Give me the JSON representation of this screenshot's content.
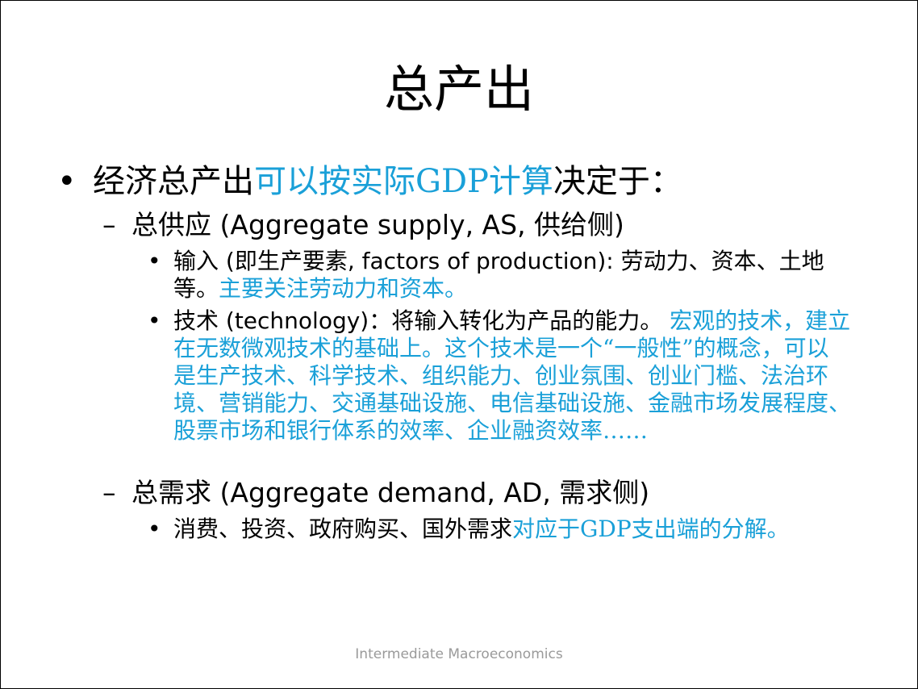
{
  "slide": {
    "title": "总产出",
    "bullet1": {
      "text_a": "经济总产出",
      "text_b": "可以按实际GDP计算",
      "text_c": "决定于："
    },
    "supply": {
      "heading": "总供应 (Aggregate supply, AS, 供给侧)",
      "item1_text": "输入 (即生产要素, factors of production): 劳动力、资本、土地等。",
      "item1_highlight": "主要关注劳动力和资本。",
      "item2_text": "技术 (technology)：将输入转化为产品的能力。",
      "item2_highlight": " 宏观的技术，建立在无数微观技术的基础上。这个技术是一个“一般性”的概念，可以是生产技术、科学技术、组织能力、创业氛围、创业门槛、法治环境、营销能力、交通基础设施、电信基础设施、金融市场发展程度、股票市场和银行体系的效率、企业融资效率……"
    },
    "demand": {
      "heading": "总需求 (Aggregate demand, AD, 需求侧)",
      "item1_text": "消费、投资、政府购买、国外需求",
      "item1_highlight": "对应于GDP支出端的分解。"
    },
    "footer": "Intermediate Macroeconomics"
  },
  "colors": {
    "highlight": "#1aa0d8",
    "footer": "#9a9a9a",
    "text": "#000000"
  }
}
